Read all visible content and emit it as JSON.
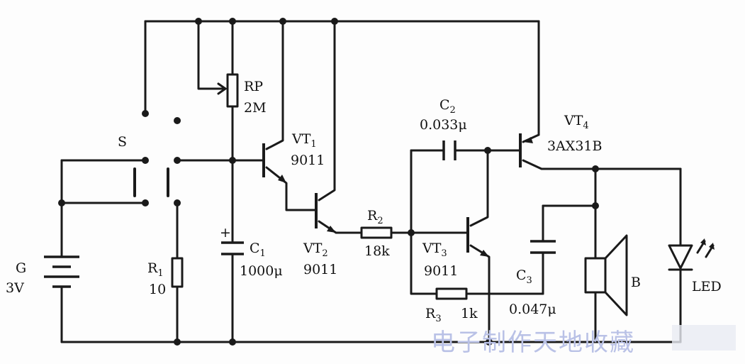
{
  "components": {
    "switch": {
      "label": "S"
    },
    "battery": {
      "label": "G",
      "value": "3V"
    },
    "rp": {
      "label": "RP",
      "value": "2M"
    },
    "r1": {
      "label": "R",
      "sub": "1",
      "value": "10"
    },
    "c1": {
      "label": "C",
      "sub": "1",
      "value": "1000",
      "unit": "μ",
      "polarity": "+"
    },
    "vt1": {
      "label": "VT",
      "sub": "1",
      "value": "9011"
    },
    "vt2": {
      "label": "VT",
      "sub": "2",
      "value": "9011"
    },
    "r2": {
      "label": "R",
      "sub": "2",
      "value": "18k"
    },
    "c2": {
      "label": "C",
      "sub": "2",
      "value": "0.033",
      "unit": "μ"
    },
    "vt3": {
      "label": "VT",
      "sub": "3",
      "value": "9011"
    },
    "vt4": {
      "label": "VT",
      "sub": "4",
      "value": "3AX31B"
    },
    "c3": {
      "label": "C",
      "sub": "3",
      "value": "0.047",
      "unit": "μ"
    },
    "r3": {
      "label": "R",
      "sub": "3",
      "value": "1k"
    },
    "speaker": {
      "label": "B"
    },
    "led": {
      "label": "LED"
    }
  },
  "watermark": "电子制作天地收藏"
}
